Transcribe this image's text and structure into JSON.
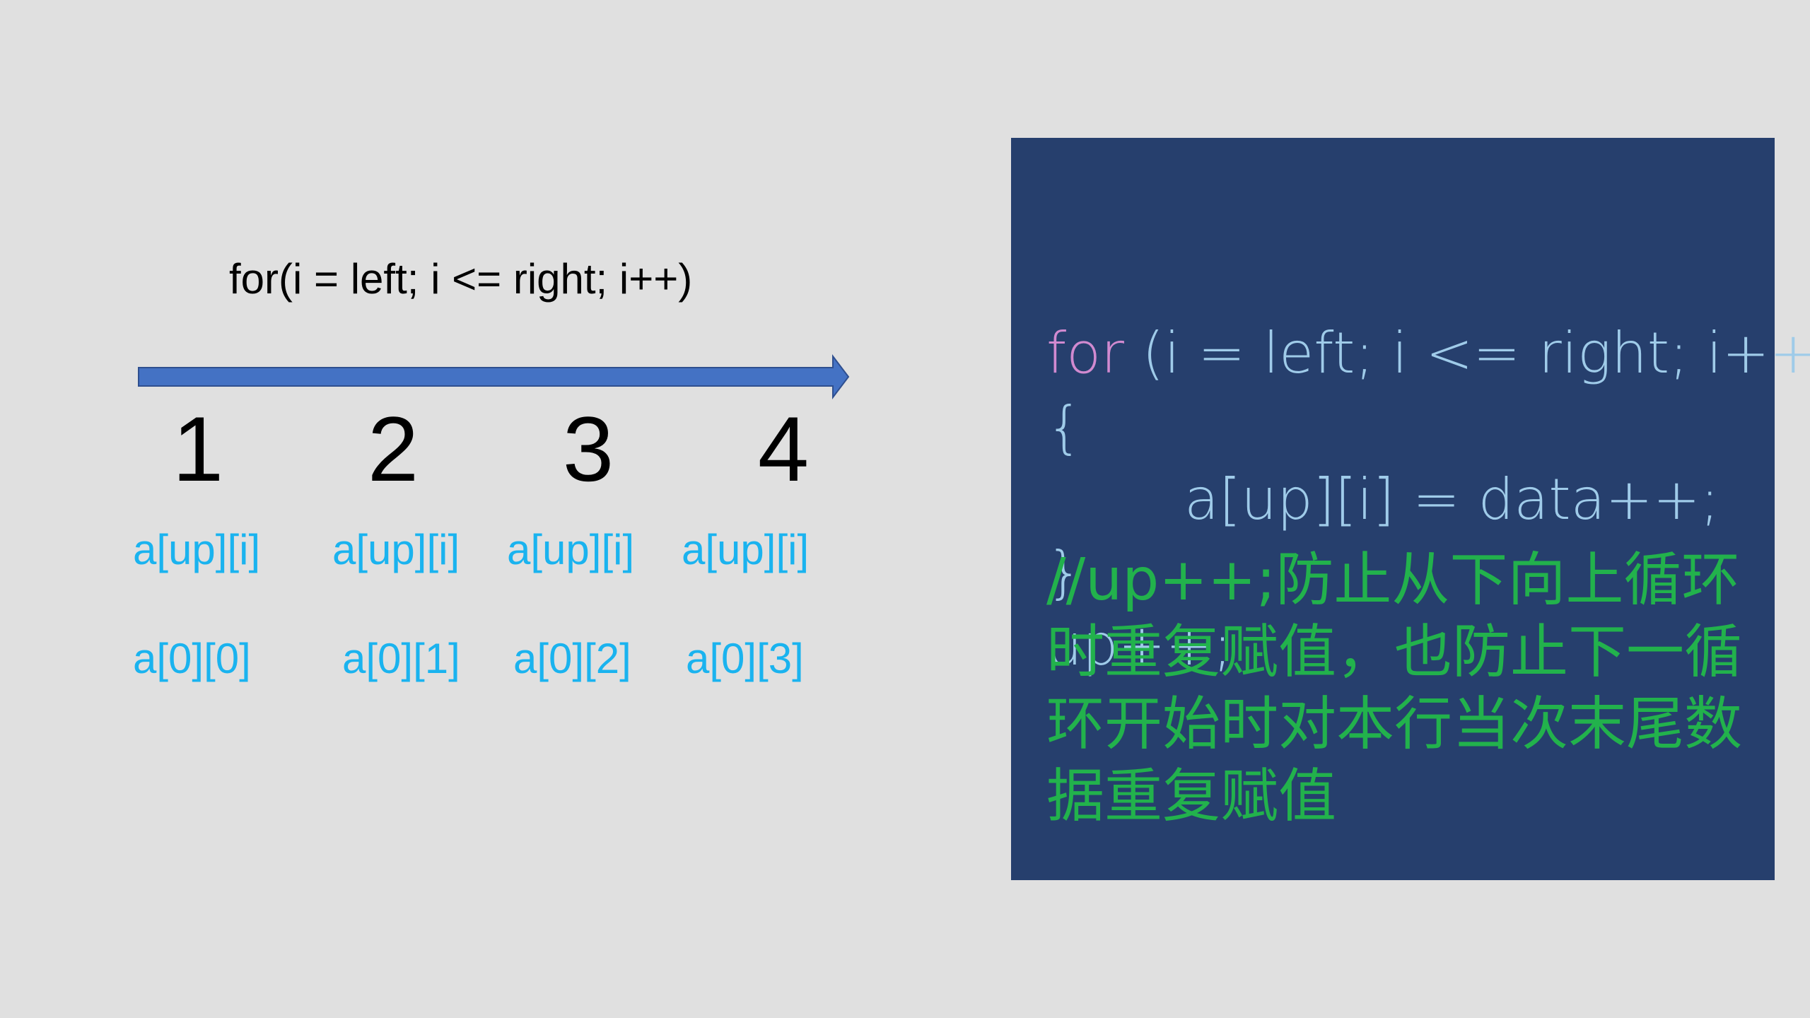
{
  "diagram": {
    "loop_header": "for(i = left; i <= right; i++)",
    "numbers": [
      "1",
      "2",
      "3",
      "4"
    ],
    "index_expressions": [
      "a[up][i]",
      "a[up][i]",
      "a[up][i]",
      "a[up][i]"
    ],
    "index_values": [
      "a[0][0]",
      "a[0][1]",
      "a[0][2]",
      "a[0][3]"
    ],
    "arrow_color": "#4472c4",
    "label_color": "#1ab3ef"
  },
  "code": {
    "keyword_for": "for",
    "line1_rest": " (i = left; i <= right; i++)",
    "line2": "{",
    "line3": "a[up][i] = data++;",
    "line4": "}",
    "line5": "up++;",
    "comment": "//up++;防止从下向上循环时重复赋值，也防止下一循环开始时对本行当次末尾数据重复赋值",
    "panel_color": "#263f6d",
    "keyword_color": "#d18ad0",
    "text_color": "#9fcbe9",
    "comment_color": "#22b24c"
  }
}
